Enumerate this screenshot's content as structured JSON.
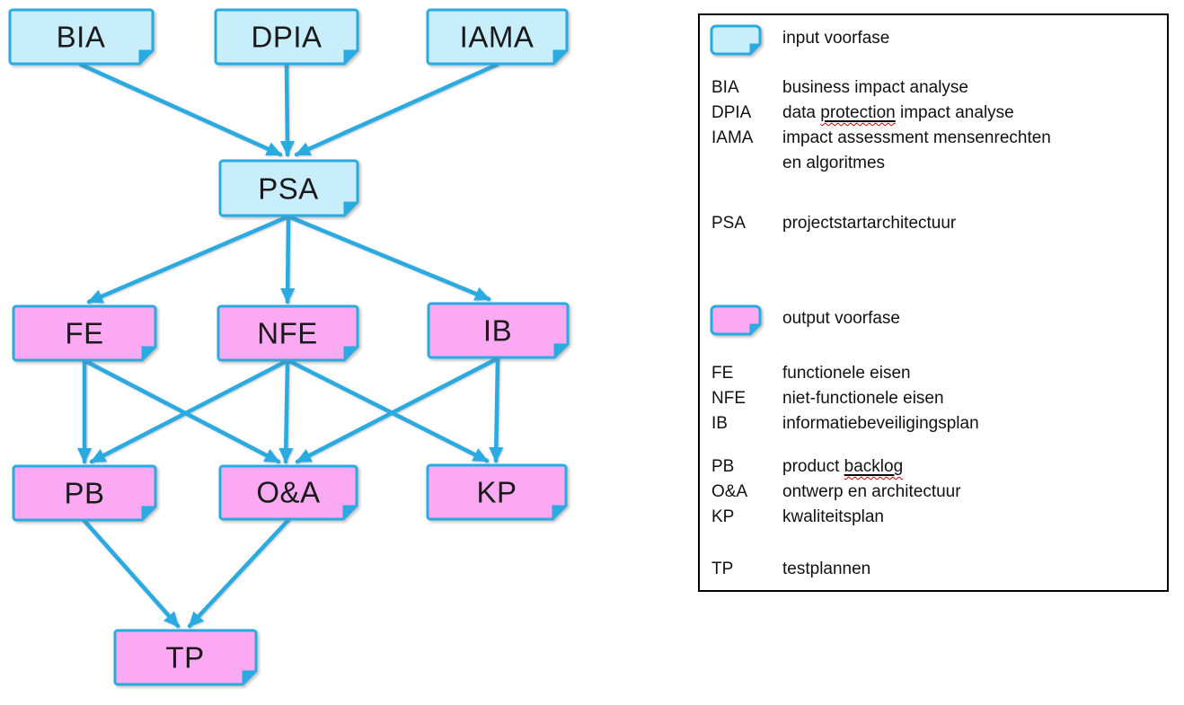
{
  "colors": {
    "input_fill": "#C8EDFB",
    "output_fill": "#FBA9F3",
    "stroke_blue": "#29ABE2",
    "legend_border": "#000000",
    "spellcheck_red": "#d40000",
    "text": "#1a1a1a"
  },
  "diagram": {
    "nodes": {
      "bia": {
        "label": "BIA",
        "type": "input"
      },
      "dpia": {
        "label": "DPIA",
        "type": "input"
      },
      "iama": {
        "label": "IAMA",
        "type": "input"
      },
      "psa": {
        "label": "PSA",
        "type": "input"
      },
      "fe": {
        "label": "FE",
        "type": "output"
      },
      "nfe": {
        "label": "NFE",
        "type": "output"
      },
      "ib": {
        "label": "IB",
        "type": "output"
      },
      "pb": {
        "label": "PB",
        "type": "output"
      },
      "oa": {
        "label": "O&A",
        "type": "output"
      },
      "kp": {
        "label": "KP",
        "type": "output"
      },
      "tp": {
        "label": "TP",
        "type": "output"
      }
    },
    "edges": [
      {
        "from": "BIA",
        "to": "PSA"
      },
      {
        "from": "DPIA",
        "to": "PSA"
      },
      {
        "from": "IAMA",
        "to": "PSA"
      },
      {
        "from": "PSA",
        "to": "FE"
      },
      {
        "from": "PSA",
        "to": "NFE"
      },
      {
        "from": "PSA",
        "to": "IB"
      },
      {
        "from": "FE",
        "to": "PB"
      },
      {
        "from": "FE",
        "to": "O&A"
      },
      {
        "from": "NFE",
        "to": "PB"
      },
      {
        "from": "NFE",
        "to": "O&A"
      },
      {
        "from": "NFE",
        "to": "KP"
      },
      {
        "from": "IB",
        "to": "O&A"
      },
      {
        "from": "IB",
        "to": "KP"
      },
      {
        "from": "PB",
        "to": "TP"
      },
      {
        "from": "O&A",
        "to": "TP"
      }
    ]
  },
  "legend": {
    "input_key_label": "input voorfase",
    "output_key_label": "output voorfase",
    "input_items": [
      {
        "abbr": "BIA",
        "desc_pre": "business impact analyse",
        "desc_marked": "",
        "desc_post": ""
      },
      {
        "abbr": "DPIA",
        "desc_pre": "data ",
        "desc_marked": "protection",
        "desc_post": " impact analyse"
      },
      {
        "abbr": "IAMA",
        "desc_pre": "impact assessment mensenrechten",
        "desc_marked": "",
        "desc_post": "",
        "desc_line2": "en algoritmes"
      },
      {
        "abbr": "PSA",
        "desc_pre": "projectstartarchitectuur",
        "desc_marked": "",
        "desc_post": ""
      }
    ],
    "output_items": [
      {
        "abbr": "FE",
        "desc_pre": "functionele eisen",
        "desc_marked": "",
        "desc_post": ""
      },
      {
        "abbr": "NFE",
        "desc_pre": "niet-functionele eisen",
        "desc_marked": "",
        "desc_post": ""
      },
      {
        "abbr": "IB",
        "desc_pre": "informatiebeveiligingsplan",
        "desc_marked": "",
        "desc_post": ""
      },
      {
        "abbr": "PB",
        "desc_pre": "product ",
        "desc_marked": "backlog",
        "desc_post": ""
      },
      {
        "abbr": "O&A",
        "desc_pre": "ontwerp en architectuur",
        "desc_marked": "",
        "desc_post": ""
      },
      {
        "abbr": "KP",
        "desc_pre": "kwaliteitsplan",
        "desc_marked": "",
        "desc_post": ""
      },
      {
        "abbr": "TP",
        "desc_pre": "testplannen",
        "desc_marked": "",
        "desc_post": ""
      }
    ]
  }
}
